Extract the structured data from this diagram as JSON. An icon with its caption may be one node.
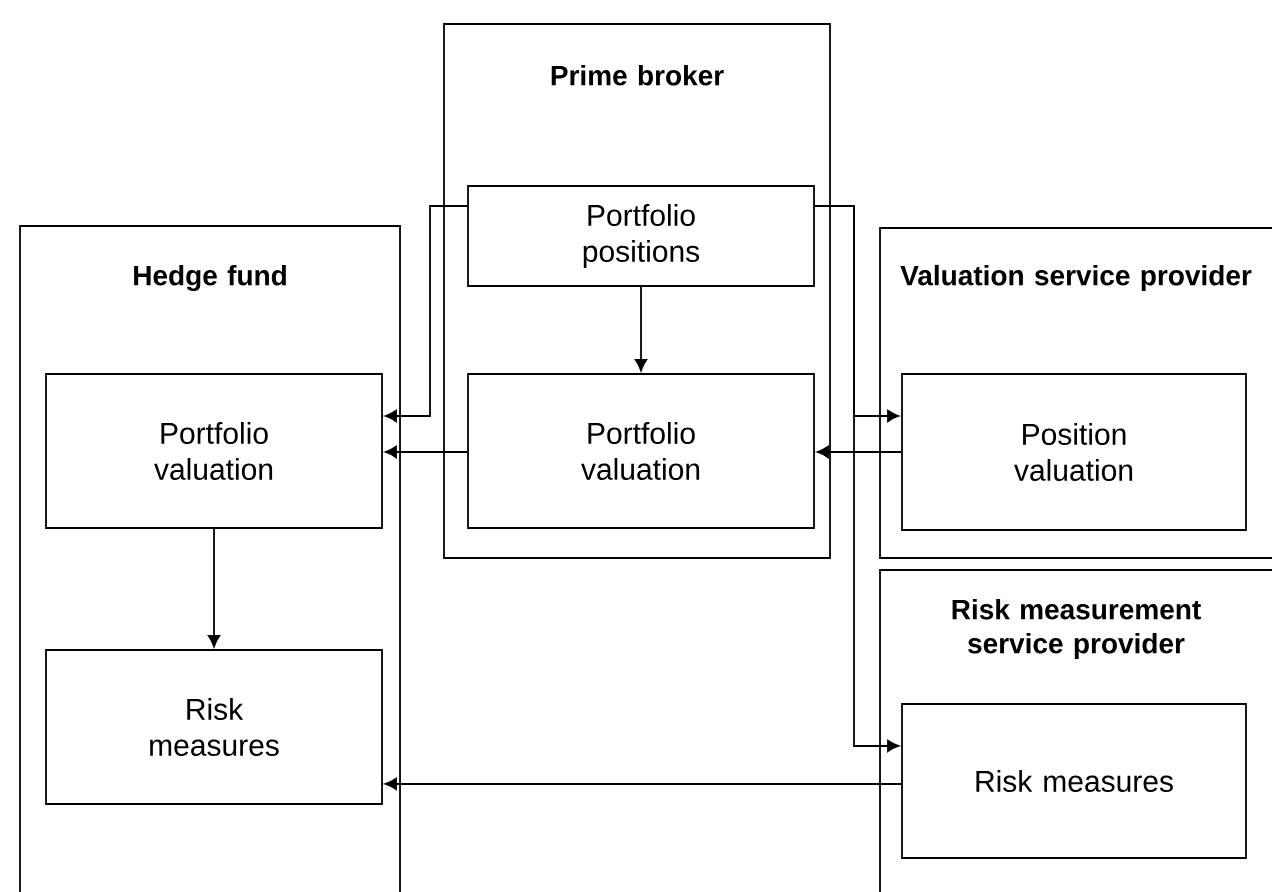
{
  "diagram": {
    "nodes": [
      {
        "text": [
          "Prime broker"
        ]
      },
      {
        "text": [
          "Portfolio positions"
        ],
        "in": 0
      },
      {
        "text": [
          "Portfolio valuation"
        ],
        "in": 0
      },
      {
        "text": [
          "Hedge fund"
        ]
      },
      {
        "text": [
          "Portfolio valuation"
        ],
        "in": 3
      },
      {
        "text": [
          "Risk measures"
        ],
        "in": 3
      },
      {
        "text": [
          "Valuation service provider"
        ]
      },
      {
        "text": [
          "Position valuation"
        ],
        "in": 6
      },
      {
        "text": [
          "Risk measurement service provider"
        ]
      },
      {
        "text": [
          "Risk measures"
        ],
        "in": 8
      }
    ],
    "edges": [
      {
        "from": 1,
        "to": 2,
        "arrow": "to"
      },
      {
        "from": 1,
        "to": 4,
        "arrow": "to"
      },
      {
        "from": 2,
        "to": 4,
        "arrow": "to"
      },
      {
        "from": 1,
        "to": 7,
        "arrow": "to"
      },
      {
        "from": 1,
        "to": 9,
        "arrow": "to"
      },
      {
        "from": 7,
        "to": 2,
        "arrow": "to"
      },
      {
        "from": 4,
        "to": 5,
        "arrow": "to"
      },
      {
        "from": 9,
        "to": 5,
        "arrow": "to"
      }
    ]
  }
}
